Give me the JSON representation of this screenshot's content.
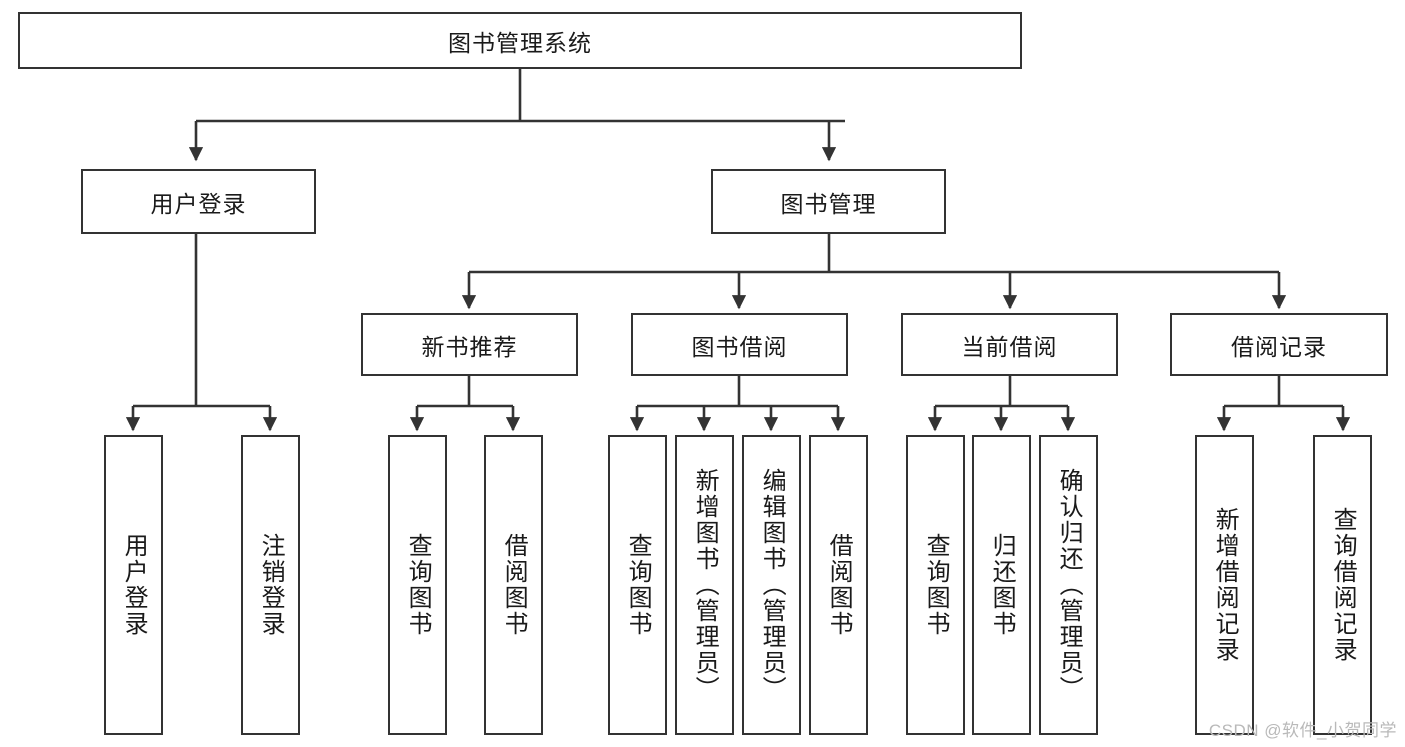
{
  "diagram": {
    "type": "tree-hierarchy",
    "title": "图书管理系统",
    "watermark": "CSDN @软件_小贺同学",
    "colors": {
      "box_border": "#333333",
      "box_fill": "#ffffff",
      "edge": "#333333",
      "text": "#1a1a1a",
      "watermark": "#b9b9b9",
      "background": "#ffffff"
    },
    "nodes": {
      "root": {
        "label": "图书管理系统"
      },
      "level2": [
        {
          "id": "user-login",
          "label": "用户登录"
        },
        {
          "id": "book-management",
          "label": "图书管理"
        }
      ],
      "level3": [
        {
          "id": "new-book-recommend",
          "label": "新书推荐"
        },
        {
          "id": "book-borrow",
          "label": "图书借阅"
        },
        {
          "id": "current-borrow",
          "label": "当前借阅"
        },
        {
          "id": "borrow-record",
          "label": "借阅记录"
        }
      ],
      "leaves": {
        "user_login": [
          {
            "id": "leaf-user-login",
            "label": "用户登录"
          },
          {
            "id": "leaf-logout-login",
            "label": "注销登录"
          }
        ],
        "new_book_recommend": [
          {
            "id": "leaf-query-book-1",
            "label": "查询图书"
          },
          {
            "id": "leaf-borrow-book-1",
            "label": "借阅图书"
          }
        ],
        "book_borrow": [
          {
            "id": "leaf-query-book-2",
            "label": "查询图书"
          },
          {
            "id": "leaf-add-book",
            "label": "新增图书（管理员）"
          },
          {
            "id": "leaf-edit-book",
            "label": "编辑图书（管理员）"
          },
          {
            "id": "leaf-borrow-book-2",
            "label": "借阅图书"
          }
        ],
        "current_borrow": [
          {
            "id": "leaf-query-book-3",
            "label": "查询图书"
          },
          {
            "id": "leaf-return-book",
            "label": "归还图书"
          },
          {
            "id": "leaf-confirm-return",
            "label": "确认归还（管理员）"
          }
        ],
        "borrow_record": [
          {
            "id": "leaf-add-record",
            "label": "新增借阅记录"
          },
          {
            "id": "leaf-query-record",
            "label": "查询借阅记录"
          }
        ]
      }
    }
  }
}
